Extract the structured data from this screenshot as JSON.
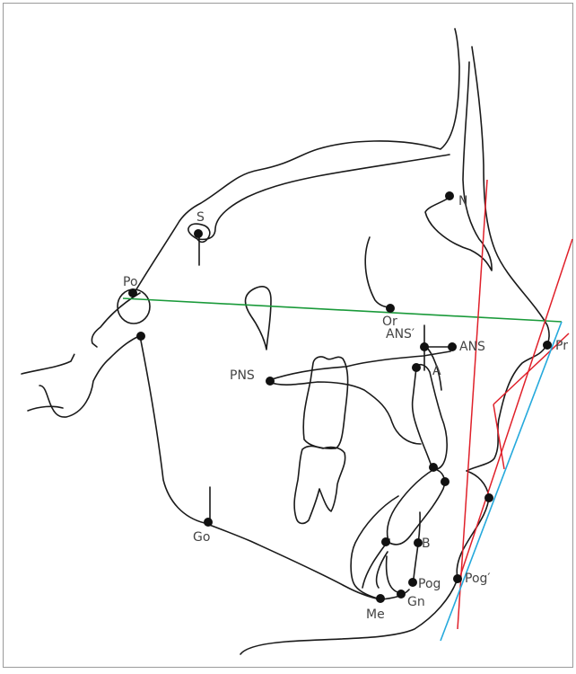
{
  "landmarks": {
    "S": "S",
    "N": "N",
    "Po": "Po",
    "Or": "Or",
    "Pr": "Pr",
    "ANS_prime": "ANS′",
    "ANS": "ANS",
    "PNS": "PNS",
    "A": "A",
    "Go": "Go",
    "B": "B",
    "Pog": "Pog",
    "Pog_prime": "Pog′",
    "Gn": "Gn",
    "Me": "Me"
  },
  "colors": {
    "outline": "#1a1a1a",
    "frankfort_line": "#1a9a3a",
    "red_lines": "#e0202a",
    "blue_line": "#25a9dc",
    "frame": "#9a9a9a"
  }
}
